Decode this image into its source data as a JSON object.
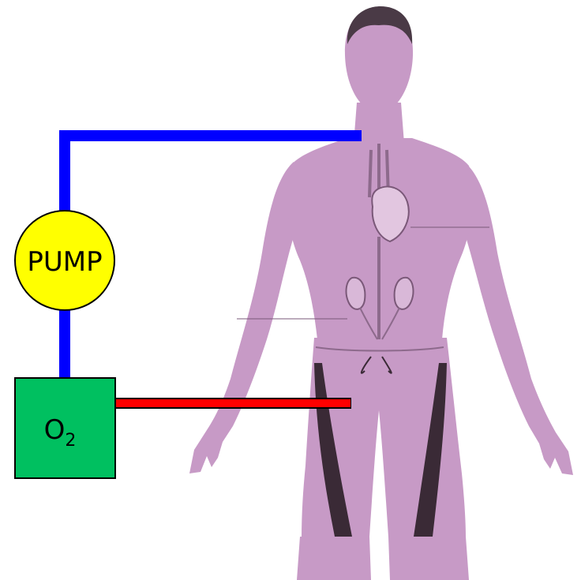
{
  "pump": {
    "label": "PUMP",
    "fill": "#ffff00"
  },
  "oxygenator": {
    "symbol": "O",
    "subscript": "2",
    "fill": "#00c060"
  },
  "lines": {
    "venous_color": "#0000ff",
    "arterial_color": "#ff0000"
  },
  "body": {
    "skin_color": "#c79ac6",
    "shadow_color": "#a47ba4",
    "trunk_color": "#3a2a36"
  }
}
